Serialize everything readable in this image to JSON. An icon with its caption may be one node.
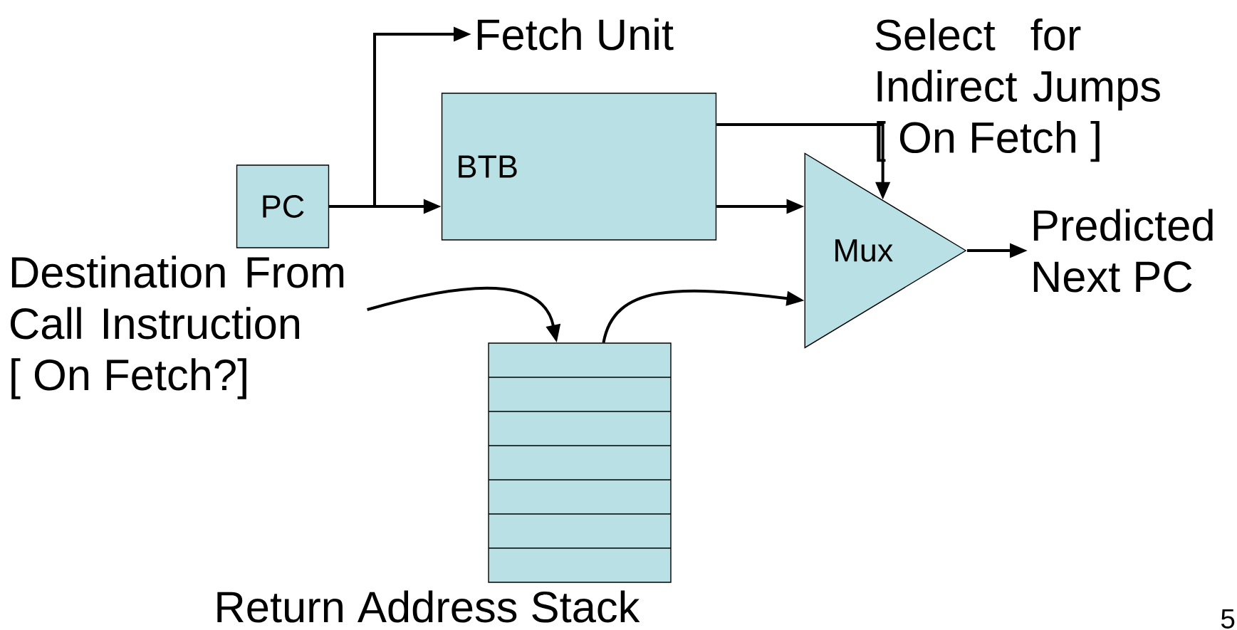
{
  "diagram": {
    "nodes": [
      {
        "text": [
          "PC"
        ]
      },
      {
        "text": [
          "BTB"
        ]
      },
      {
        "text": [
          "Mux"
        ]
      },
      {
        "text": [],
        "shape": "box",
        "beside": [
          "Return Address Stack"
        ]
      },
      {
        "text": [
          "Fetch Unit"
        ]
      },
      {
        "text": [
          "Destination From Call Instruction [ On Fetch?]"
        ]
      },
      {
        "text": [
          "Predicted Next PC"
        ]
      }
    ],
    "edges": [
      {
        "from": 0,
        "to": 1,
        "arrow": "to"
      },
      {
        "from": 0,
        "to": 4,
        "arrow": "to"
      },
      {
        "from": 1,
        "to": 2,
        "arrow": "to"
      },
      {
        "from": 1,
        "to": 2,
        "arrow": "to"
      },
      {
        "from": 2,
        "to": 6,
        "arrow": "to"
      },
      {
        "from": 5,
        "to": 3,
        "arrow": "to"
      },
      {
        "from": 3,
        "to": 2,
        "arrow": "to"
      }
    ],
    "labels": [
      "Select for Indirect Jumps [ On Fetch ]",
      "5"
    ]
  }
}
